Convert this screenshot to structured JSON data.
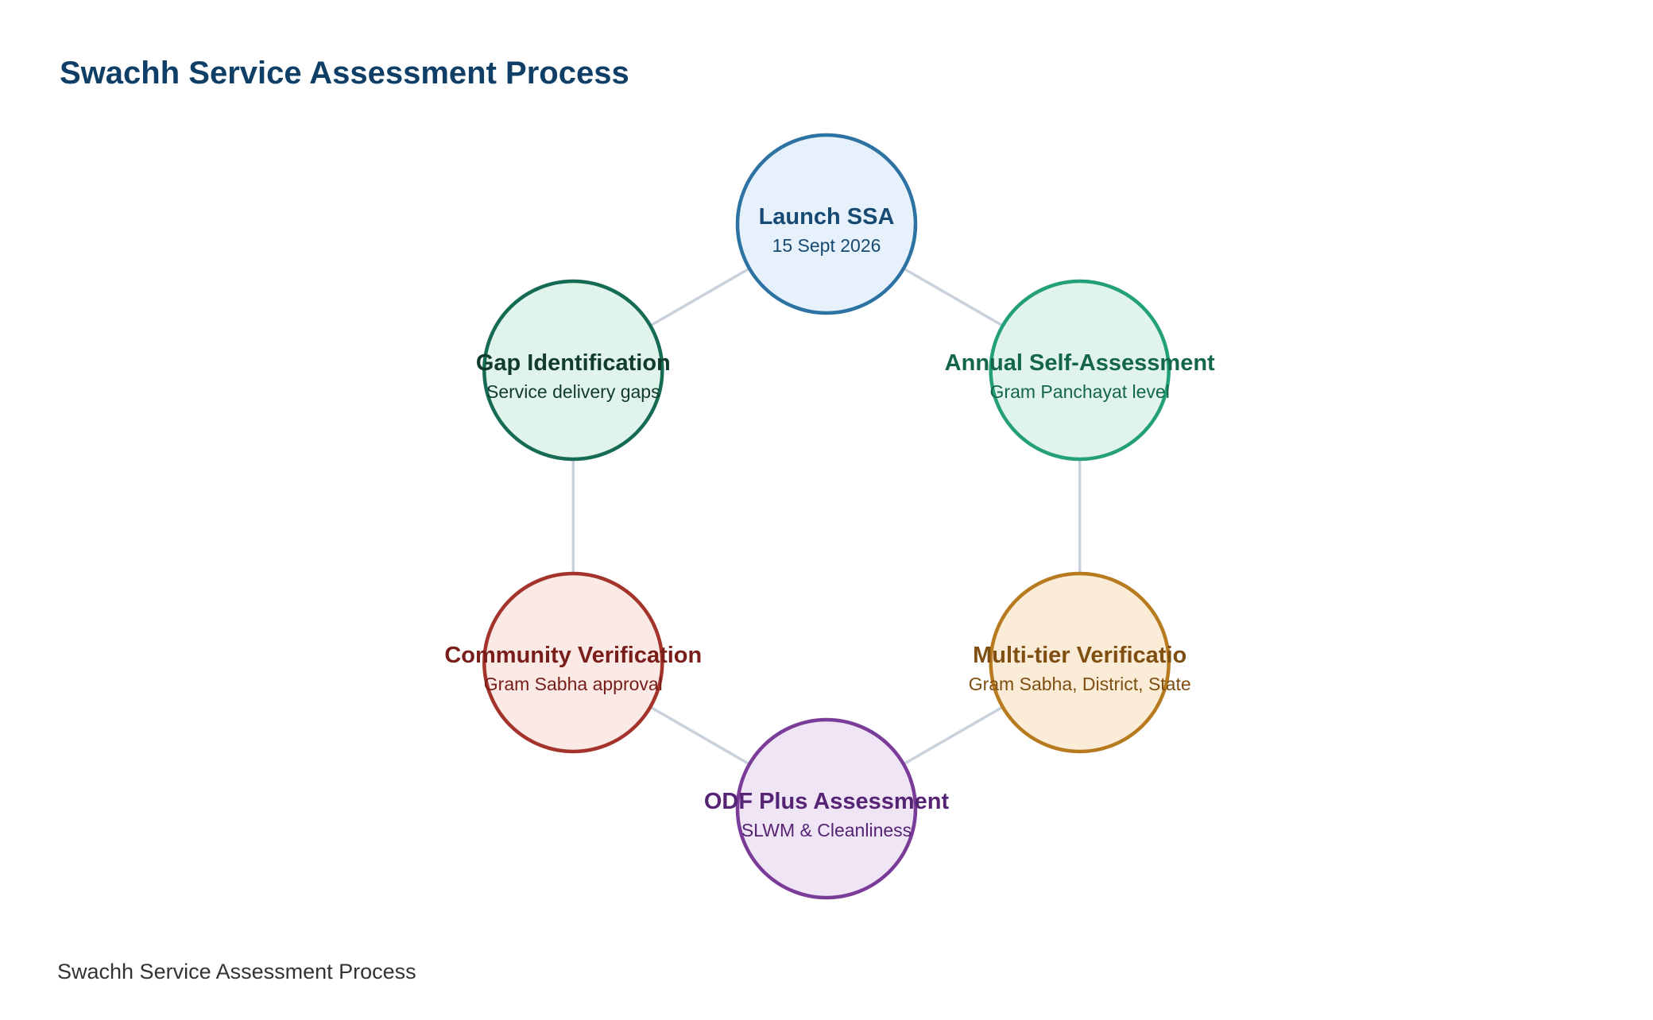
{
  "title": "Swachh Service Assessment Process",
  "footer": "Swachh Service Assessment Process",
  "connector_color": "#c9d1dc",
  "nodes": [
    {
      "title": "Launch SSA",
      "subtitle": "15 Sept 2026",
      "stroke": "#2c72a3",
      "fill": "#e7f1fb",
      "text": "#174a72"
    },
    {
      "title": "Annual Self-Assessment",
      "subtitle": "Gram Panchayat level",
      "stroke": "#23a07a",
      "fill": "#e1f4ec",
      "text": "#13664c"
    },
    {
      "title": "Multi-tier Verificatio",
      "subtitle": "Gram Sabha, District, State",
      "stroke": "#b87a1f",
      "fill": "#fbecd8",
      "text": "#7e4f10"
    },
    {
      "title": "ODF Plus Assessment",
      "subtitle": "SLWM & Cleanliness",
      "stroke": "#7a3c98",
      "fill": "#efe5f4",
      "text": "#552474"
    },
    {
      "title": "Community Verification",
      "subtitle": "Gram Sabha approval",
      "stroke": "#a3332b",
      "fill": "#fae9e4",
      "text": "#781d1a"
    },
    {
      "title": "Gap Identification",
      "subtitle": "Service delivery gaps",
      "stroke": "#156b53",
      "fill": "#e1f4ec",
      "text": "#113b2c"
    }
  ]
}
